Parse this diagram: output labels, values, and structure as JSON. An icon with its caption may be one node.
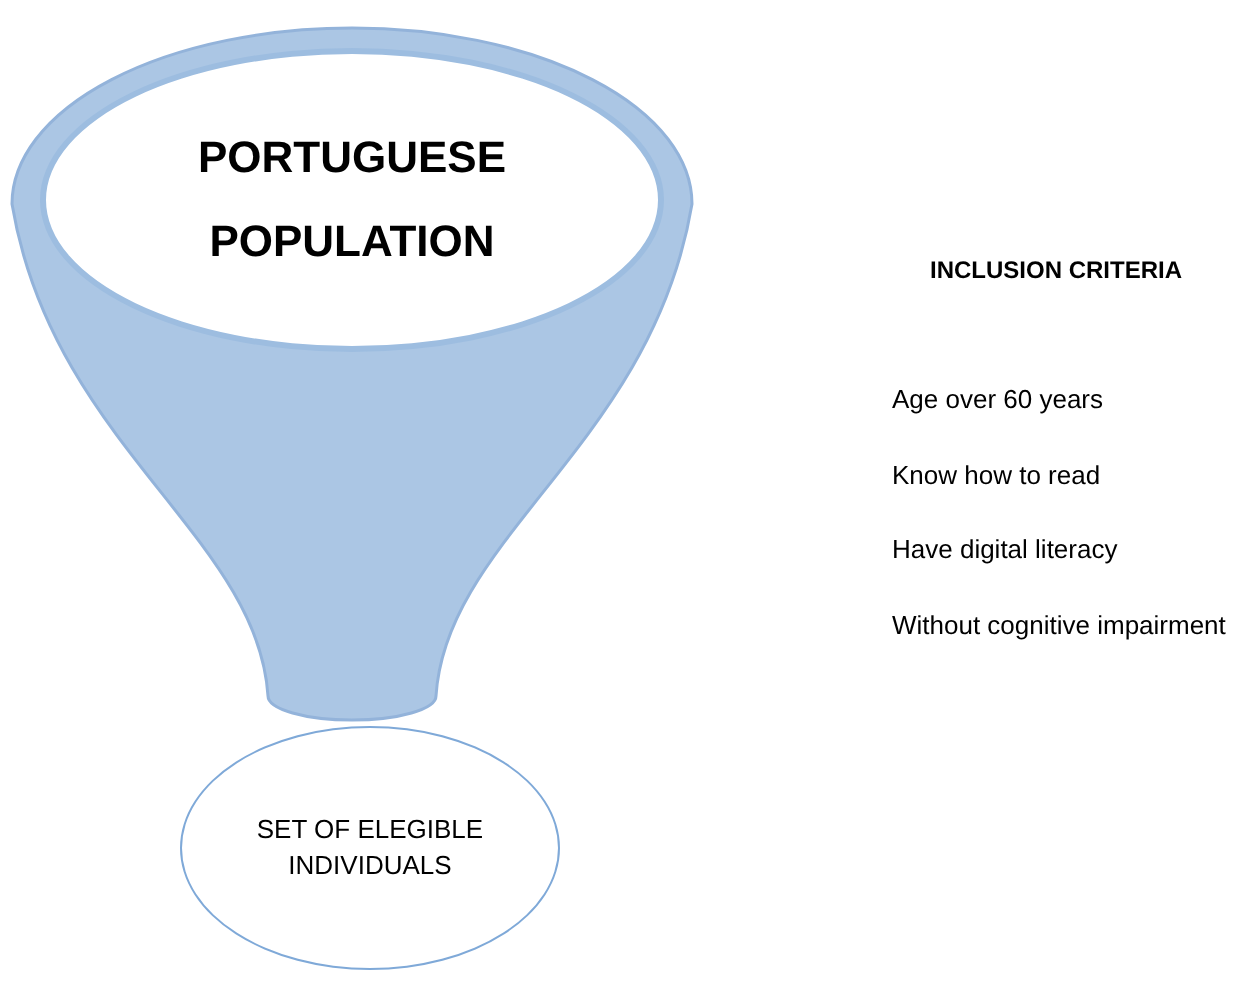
{
  "diagram": {
    "nodes": [
      {
        "text": [],
        "shape": "funnel"
      },
      {
        "text": [
          "PORTUGUESE POPULATION"
        ],
        "in": 0
      },
      {
        "text": [
          "SET OF ELEGIBLE INDIVIDUALS"
        ]
      }
    ],
    "edges": [],
    "labels": [
      "INCLUSION CRITERIA",
      "Age over 60 years",
      "Know how to read",
      "Have digital literacy",
      "Without cognitive impairment"
    ]
  }
}
